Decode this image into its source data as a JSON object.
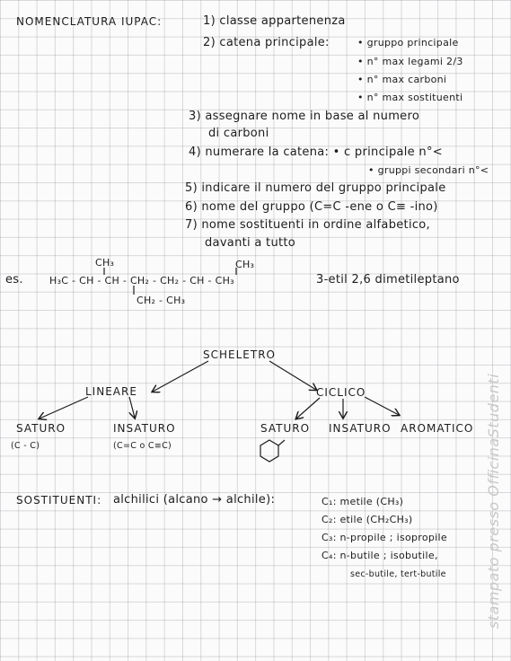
{
  "title": "NOMENCLATURA IUPAC:",
  "steps": {
    "s1": "1) classe appartenenza",
    "s2": "2) catena principale:",
    "s2_bullets": [
      "• gruppo principale",
      "• n° max legami 2/3",
      "• n° max carboni",
      "• n° max sostituenti"
    ],
    "s3a": "3) assegnare nome in base al numero",
    "s3b": "di carboni",
    "s4": "4) numerare la catena: • c principale n°<",
    "s4b": "• gruppi secondari n°<",
    "s5": "5) indicare il numero del gruppo principale",
    "s6": "6) nome del gruppo (C=C -ene o C≡ -ino)",
    "s7a": "7) nome sostituenti in ordine alfabetico,",
    "s7b": "davanti a tutto"
  },
  "example": {
    "label": "es.",
    "formula": "H₃C - CH - CH - CH₂ - CH₂ - CH - CH₃",
    "branch1": "CH₃",
    "branch2": "CH₃",
    "branch3": "CH₂ - CH₃",
    "name": "3-etil 2,6 dimetileptano"
  },
  "tree": {
    "root": "SCHELETRO",
    "lineare": "LINEARE",
    "ciclico": "CICLICO",
    "saturo_l": "SATURO",
    "saturo_l_note": "(C - C)",
    "insaturo_l": "INSATURO",
    "insaturo_l_note": "(C=C o C≡C)",
    "saturo_c": "SATURO",
    "insaturo_c": "INSATURO",
    "aromatico": "AROMATICO"
  },
  "sostituenti": {
    "label": "SOSTITUENTI:",
    "type": "alchilici (alcano → alchile):",
    "c1": "C₁: metile (CH₃)",
    "c2": "C₂: etile (CH₂CH₃)",
    "c3": "C₃: n-propile ; isopropile",
    "c4": "C₄: n-butile ; isobutile,",
    "c4b": "sec-butile, tert-butile"
  },
  "watermark": "stampato presso OfficinaStudenti"
}
